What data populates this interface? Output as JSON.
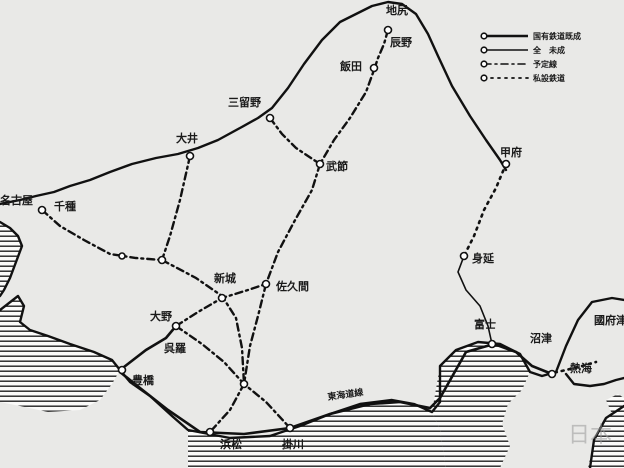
{
  "map": {
    "stations": {
      "jiri": "地尻",
      "tatsuno": "辰野",
      "iida": "飯田",
      "sanshuno": "三留野",
      "oi": "大井",
      "takebu": "武節",
      "nagoya": "名古屋",
      "senshu": "千種",
      "shinshiro": "新城",
      "sakuma": "佐久間",
      "ono": "大野",
      "gifu": "呉羅",
      "toyohashi": "豊橋",
      "kofu": "甲府",
      "minobu": "身延",
      "fuji": "富士",
      "numazu": "沼津",
      "atami": "熱海",
      "kokufu": "國府津",
      "hamamatsu": "浜松",
      "kakegawa": "掛川",
      "tokaido": "東海道線"
    },
    "legend": [
      {
        "label": "国有鉄道既成",
        "style": "done"
      },
      {
        "label": "全　未成",
        "style": "under"
      },
      {
        "label": "予定線",
        "style": "planned"
      },
      {
        "label": "私設鉄道",
        "style": "private"
      }
    ],
    "watermark": "日本"
  }
}
